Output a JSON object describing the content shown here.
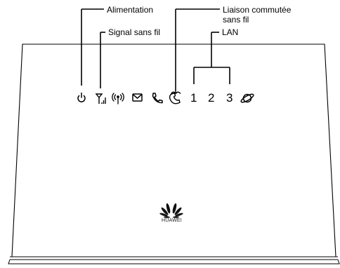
{
  "callouts": {
    "power": "Alimentation",
    "wifi_signal": "Signal sans fil",
    "dialup": "Liaison commutée\nsans fil",
    "lan": "LAN"
  },
  "ports": [
    "1",
    "2",
    "3"
  ],
  "indicators": [
    "power-icon",
    "signal-strength-icon",
    "wifi-broadcast-icon",
    "message-envelope-icon",
    "phone-icon",
    "wireless-dialup-icon",
    "lan-port-1",
    "lan-port-2",
    "lan-port-3",
    "internet-globe-icon"
  ],
  "brand": {
    "name": "HUAWEI"
  }
}
